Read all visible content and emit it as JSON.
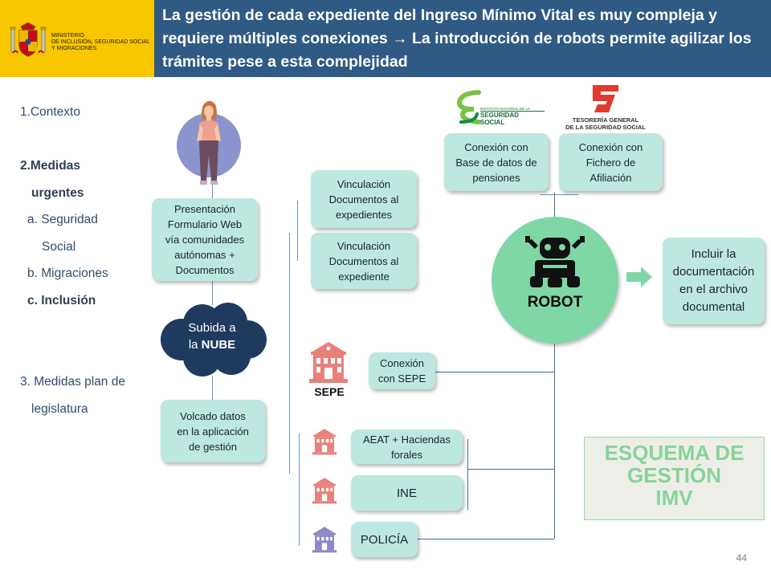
{
  "header": {
    "title": "La gestión de cada expediente del Ingreso Mínimo Vital es muy compleja y requiere múltiples conexiones → La introducción de robots permite agilizar los trámites pese a esta complejidad",
    "ministry": "Ministerio\nde Inclusión, Seguridad Social\ny Migraciones"
  },
  "nav": {
    "item1": "1.Contexto",
    "item2a": "2.Medidas",
    "item2b": "urgentes",
    "item2a_sub_a1": "a. Seguridad",
    "item2a_sub_a2": "Social",
    "item2b_sub": "b. Migraciones",
    "item2c_sub": "c. Inclusión",
    "item3a": "3. Medidas plan de",
    "item3b": "legislatura"
  },
  "flow": {
    "presentacion": [
      "Presentación",
      "Formulario Web",
      "vía comunidades",
      "autónomas +",
      "Documentos"
    ],
    "nube": [
      "Subida a",
      "la "
    ],
    "nube_bold": "NUBE",
    "volcado": [
      "Volcado datos",
      "en la aplicación",
      "de gestión"
    ],
    "vinc1": [
      "Vinculación",
      "Documentos al",
      "expedientes"
    ],
    "vinc2": [
      "Vinculación",
      "Documentos al",
      "expediente"
    ],
    "sepe_box": [
      "Conexión",
      "con SEPE"
    ],
    "sepe_label": "SEPE",
    "aeat": [
      "AEAT + Haciendas",
      "forales"
    ],
    "ine": "INE",
    "policia": "POLICÍA",
    "conex_pensiones": [
      "Conexión con",
      "Base de datos de",
      "pensiones"
    ],
    "conex_afiliacion": [
      "Conexión con",
      "Fichero de",
      "Afiliación"
    ],
    "robot": "ROBOT",
    "incluir": [
      "Incluir la",
      "documentación",
      "en el archivo",
      "documental"
    ]
  },
  "logos": {
    "ss_small": "INSTITUTO NACIONAL DE LA",
    "ss_big": "SEGURIDAD SOCIAL",
    "tgss_1": "TESORERÍA GENERAL",
    "tgss_2": "DE LA SEGURIDAD SOCIAL"
  },
  "esquema": [
    "ESQUEMA DE",
    "GESTIÓN",
    "IMV"
  ],
  "page_number": "44",
  "colors": {
    "header_blue": "#2f5a84",
    "header_yellow": "#f9c700",
    "box_mint": "#bde8df",
    "robot_green": "#7fd7a5",
    "cloud_navy": "#1f3a5f",
    "esquema_green": "#87d49a",
    "building_red": "#e8807c",
    "building_purple": "#8d88c6"
  }
}
